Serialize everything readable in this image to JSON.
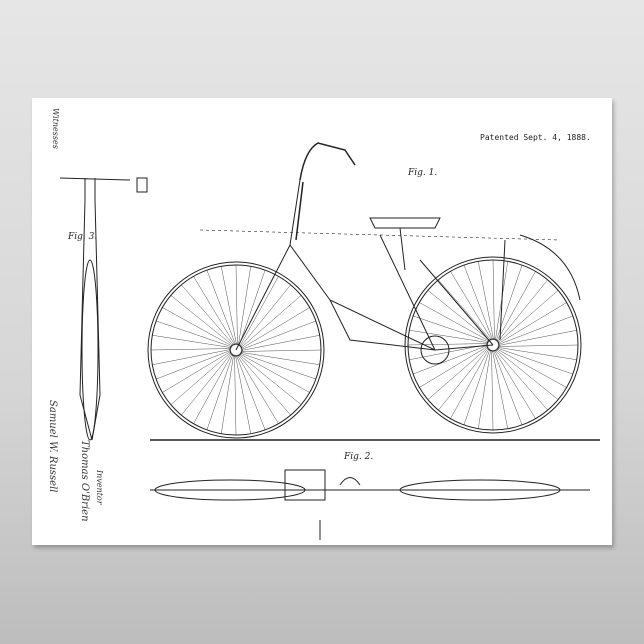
{
  "patent_date": "Patented Sept. 4, 1888.",
  "figures": {
    "fig1": "Fig. 1.",
    "fig2": "Fig. 2.",
    "fig3": "Fig. 3."
  },
  "witnesses_label": "Witnesses",
  "inventor_label": "Inventor",
  "inventor_name": "Thomas O'Brien",
  "attorney_name": "Samuel W. Russell",
  "colors": {
    "paper": "#ffffff",
    "ink": "#222222",
    "backdrop": "#d6d6d6"
  }
}
